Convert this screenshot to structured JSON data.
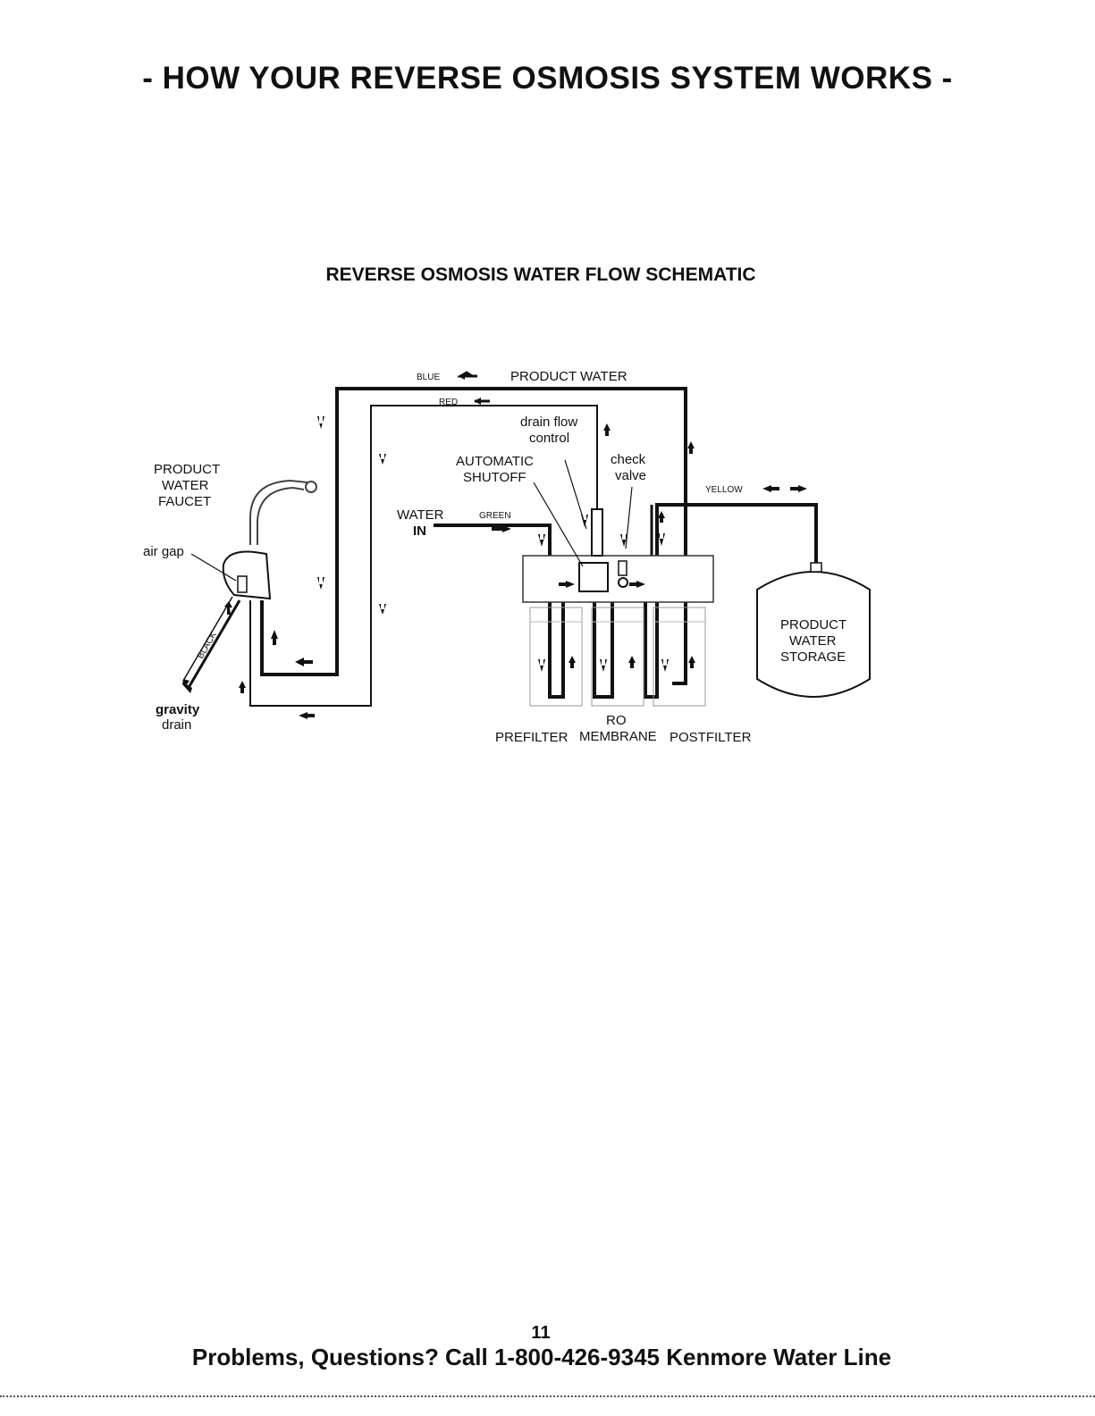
{
  "page": {
    "title": "- HOW YOUR REVERSE OSMOSIS SYSTEM WORKS -",
    "page_number": "11",
    "footer": "Problems, Questions? Call 1-800-426-9345 Kenmore Water Line"
  },
  "schematic": {
    "title": "REVERSE OSMOSIS WATER FLOW SCHEMATIC",
    "labels": {
      "product_water_top": "PRODUCT WATER",
      "faucet": [
        "PRODUCT",
        "WATER",
        "FAUCET"
      ],
      "air_gap": "air gap",
      "gravity_drain": [
        "gravity",
        "drain"
      ],
      "drain_flow_control": [
        "drain flow",
        "control"
      ],
      "automatic_shutoff": [
        "AUTOMATIC",
        "SHUTOFF"
      ],
      "check_valve": [
        "check",
        "valve"
      ],
      "water_in": [
        "WATER",
        "IN"
      ],
      "storage": [
        "PRODUCT",
        "WATER",
        "STORAGE"
      ],
      "prefilter": "PREFILTER",
      "ro_membrane": [
        "RO",
        "MEMBRANE"
      ],
      "postfilter": "POSTFILTER"
    },
    "tubes": {
      "blue": "BLUE",
      "red": "RED",
      "green": "GREEN",
      "yellow": "YELLOW",
      "black": "BLACK"
    }
  }
}
